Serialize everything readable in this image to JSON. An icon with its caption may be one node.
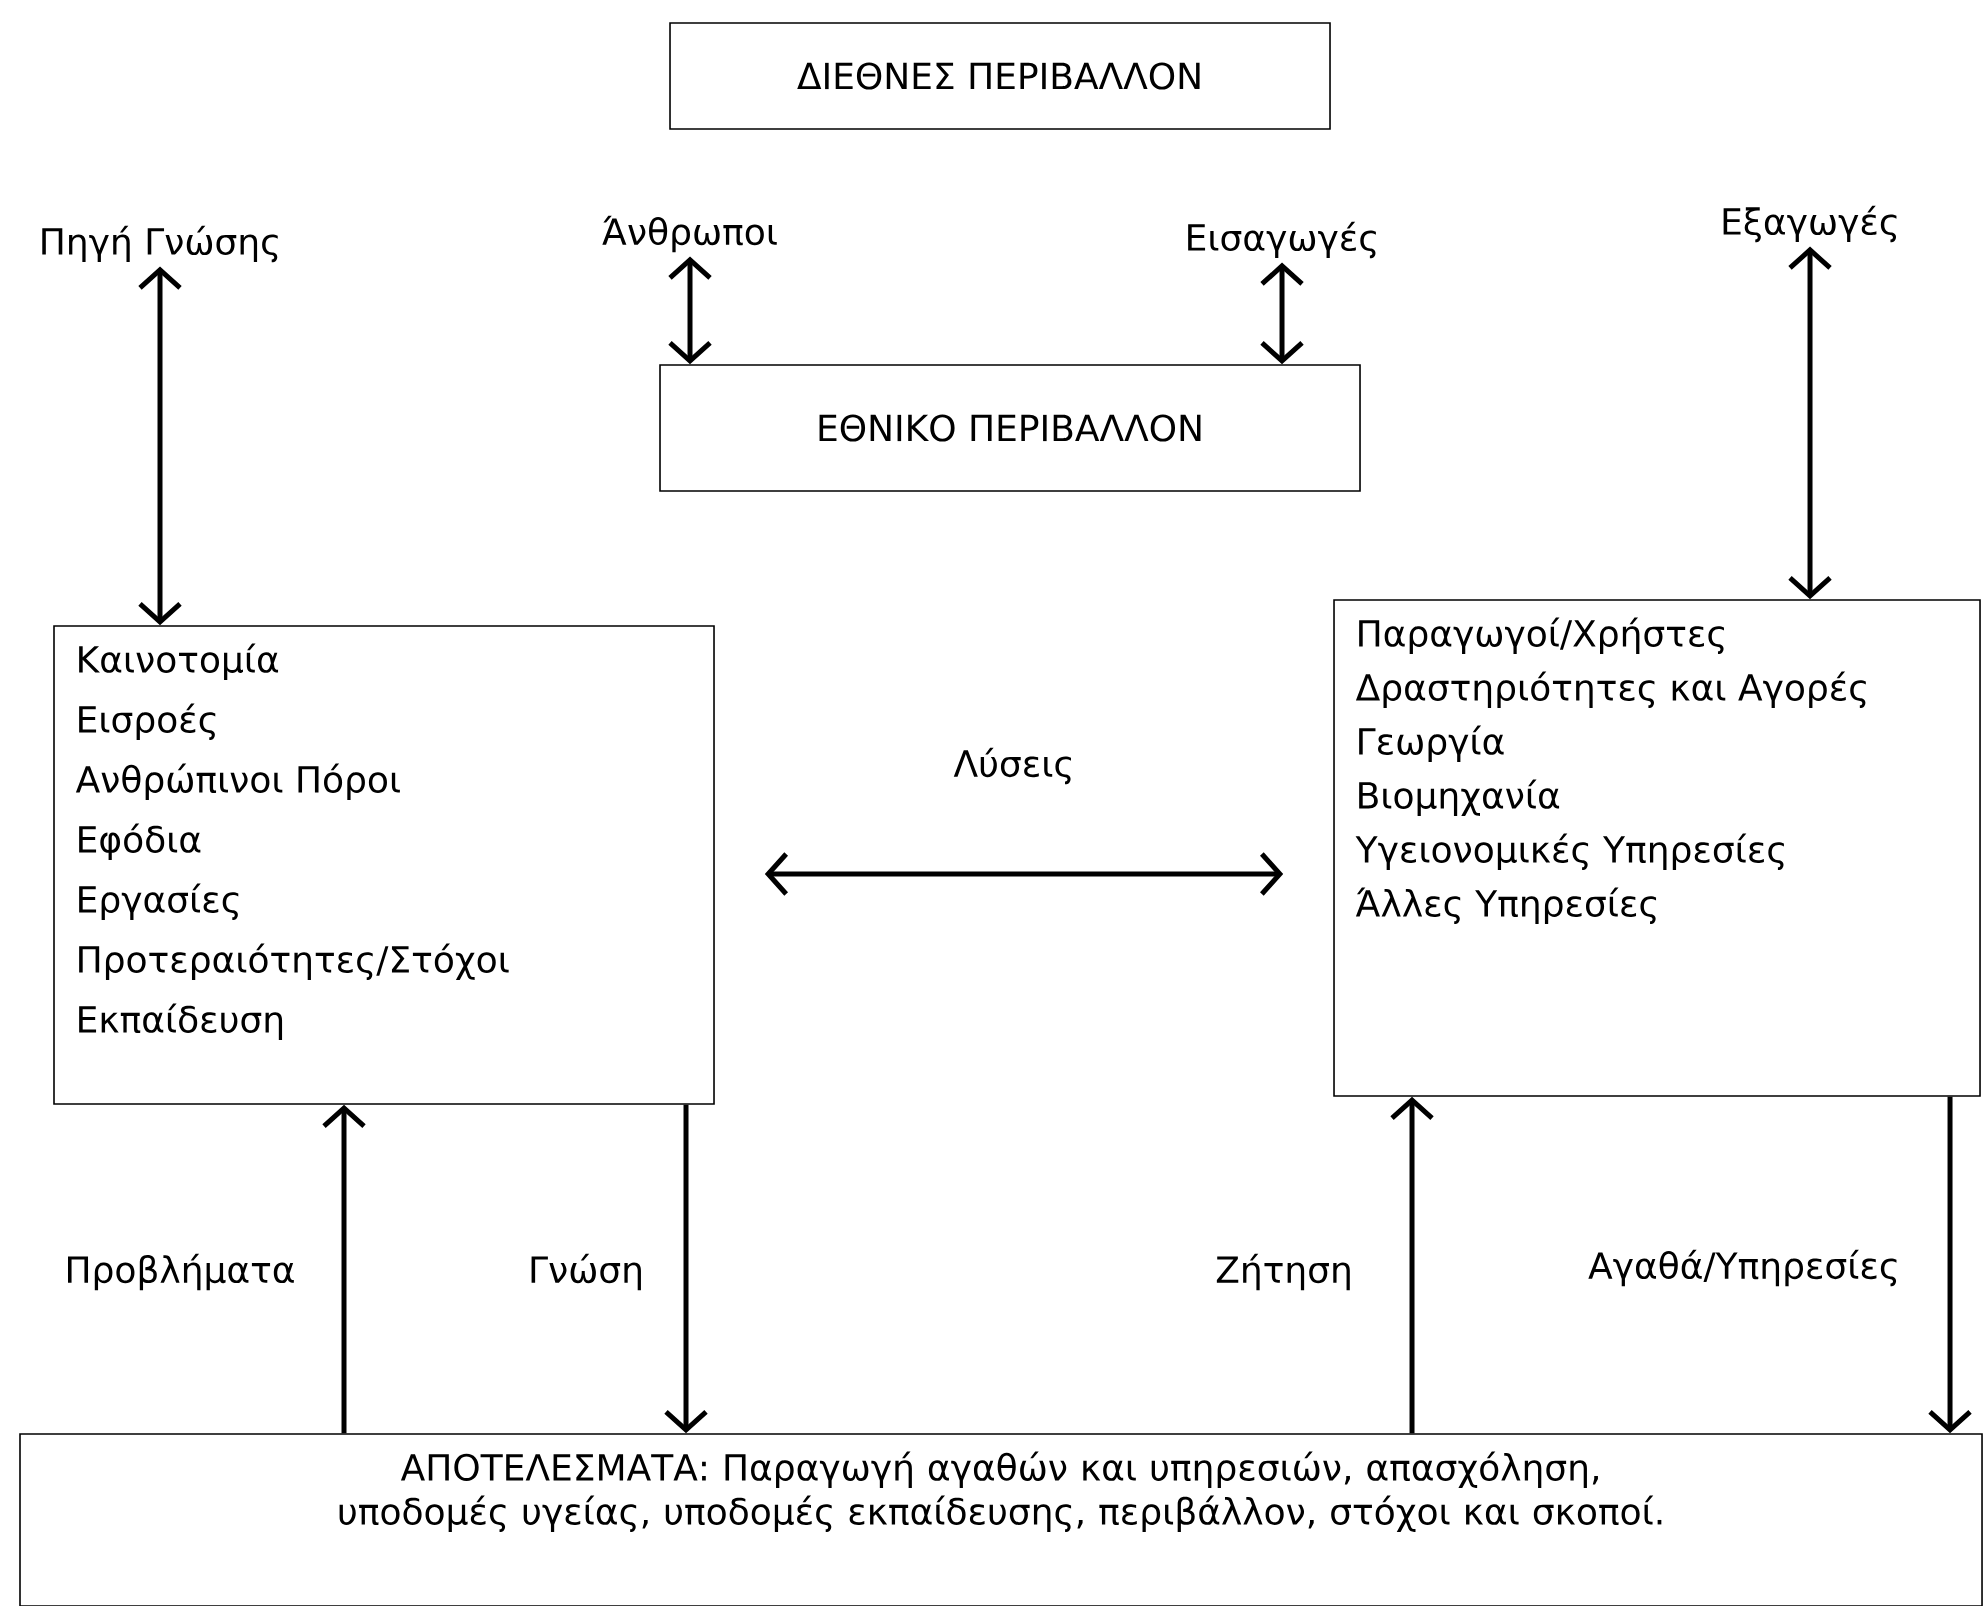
{
  "diagram": {
    "nodes": [
      {
        "text": [
          "ΔΙΕΘΝΕΣ ΠΕΡΙΒΑΛΛΟΝ"
        ]
      },
      {
        "text": [
          "Πηγή Γνώσης"
        ]
      },
      {
        "text": [
          "Άνθρωποι"
        ]
      },
      {
        "text": [
          "Εισαγωγές"
        ]
      },
      {
        "text": [
          "Εξαγωγές"
        ]
      },
      {
        "text": [
          "ΕΘΝΙΚΟ ΠΕΡΙΒΑΛΛΟΝ"
        ]
      },
      {
        "text": [
          "Καινοτομία",
          "Εισροές",
          "Ανθρώπινοι Πόροι",
          "Εφόδια",
          "Εργασίες",
          "Προτεραιότητες/Στόχοι",
          "Εκπαίδευση"
        ]
      },
      {
        "text": [
          "Παραγωγοί/Χρήστες",
          "Δραστηριότητες και Αγορές",
          "Γεωργία",
          "Βιομηχανία",
          "Υγειονομικές Υπηρεσίες",
          "Άλλες Υπηρεσίες"
        ]
      },
      {
        "text": [
          "ΑΠΟΤΕΛΕΣΜΑΤΑ: Παραγωγή αγαθών και υπηρεσιών, απασχόληση, υποδομές υγείας, υποδομές εκπαίδευσης, περιβάλλον, στόχοι και σκοποί."
        ]
      }
    ],
    "edges": [
      {
        "from": 1,
        "to": 6,
        "arrow": "both"
      },
      {
        "from": 2,
        "to": 5,
        "arrow": "both"
      },
      {
        "from": 3,
        "to": 5,
        "arrow": "both"
      },
      {
        "from": 4,
        "to": 7,
        "arrow": "both"
      },
      {
        "from": 6,
        "to": 7,
        "arrow": "both",
        "label": "Λύσεις"
      },
      {
        "from": 8,
        "to": 6,
        "arrow": "to",
        "label": "Προβλήματα"
      },
      {
        "from": 6,
        "to": 8,
        "arrow": "to",
        "label": "Γνώση"
      },
      {
        "from": 8,
        "to": 7,
        "arrow": "to",
        "label": "Ζήτηση"
      },
      {
        "from": 7,
        "to": 8,
        "arrow": "to",
        "label": "Αγαθά/Υπηρεσίες"
      }
    ]
  }
}
